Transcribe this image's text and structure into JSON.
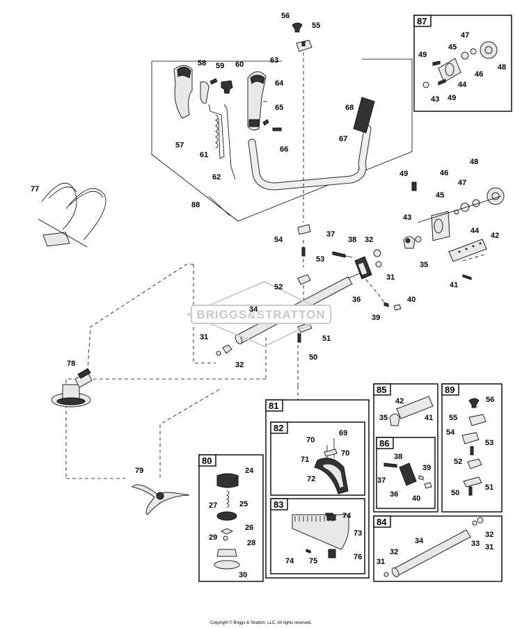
{
  "watermark": "BRIGGS&STRATTON",
  "copyright": "Copyright © Briggs & Stratton, LLC. All rights reserved.",
  "part_numbers": {
    "n24": "24",
    "n25": "25",
    "n26": "26",
    "n27": "27",
    "n28": "28",
    "n29": "29",
    "n30": "30",
    "n31": "31",
    "n32": "32",
    "n33": "33",
    "n34": "34",
    "n35": "35",
    "n36": "36",
    "n37": "37",
    "n38": "38",
    "n39": "39",
    "n40": "40",
    "n41": "41",
    "n42": "42",
    "n43": "43",
    "n44": "44",
    "n45": "45",
    "n46": "46",
    "n47": "47",
    "n48": "48",
    "n49": "49",
    "n50": "50",
    "n51": "51",
    "n52": "52",
    "n53": "53",
    "n54": "54",
    "n55": "55",
    "n56": "56",
    "n57": "57",
    "n58": "58",
    "n59": "59",
    "n60": "60",
    "n61": "61",
    "n62": "62",
    "n63": "63",
    "n64": "64",
    "n65": "65",
    "n66": "66",
    "n67": "67",
    "n68": "68",
    "n69": "69",
    "n70": "70",
    "n71": "71",
    "n72": "72",
    "n73": "73",
    "n74": "74",
    "n75": "75",
    "n76": "76",
    "n77": "77",
    "n78": "78",
    "n79": "79",
    "n80": "80",
    "n81": "81",
    "n82": "82",
    "n83": "83",
    "n84": "84",
    "n85": "85",
    "n86": "86",
    "n87": "87",
    "n88": "88",
    "n89": "89"
  }
}
